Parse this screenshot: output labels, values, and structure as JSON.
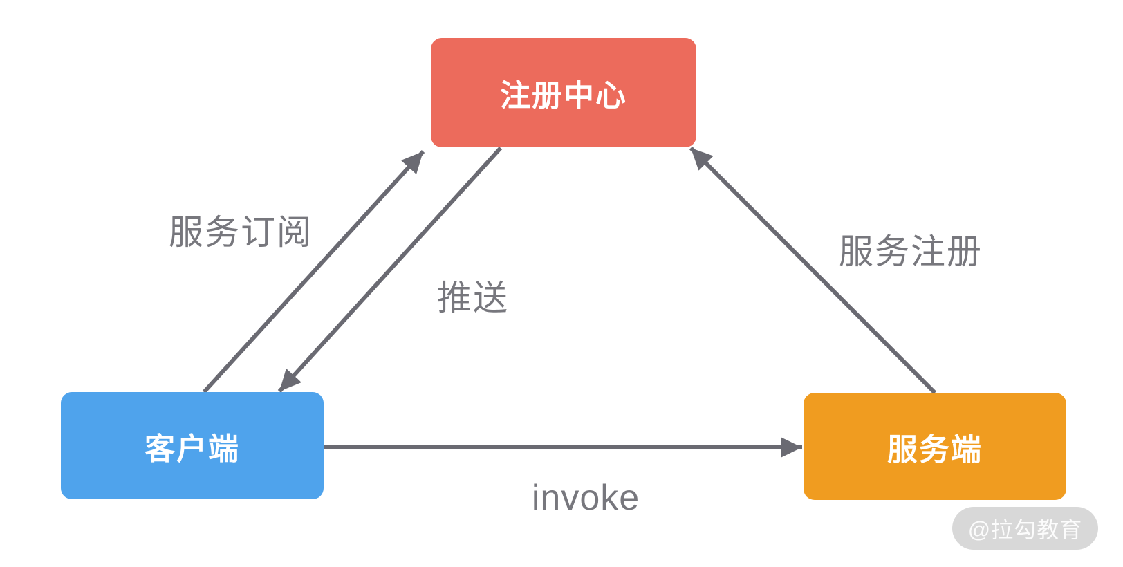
{
  "diagram": {
    "type": "architecture-diagram",
    "nodes": [
      {
        "id": "registry",
        "label": "注册中心",
        "color": "#EC6B5C"
      },
      {
        "id": "client",
        "label": "客户端",
        "color": "#4FA3EC"
      },
      {
        "id": "server",
        "label": "服务端",
        "color": "#F09C20"
      }
    ],
    "edges": [
      {
        "id": "subscribe",
        "from": "client",
        "to": "registry",
        "label": "服务订阅"
      },
      {
        "id": "push",
        "from": "registry",
        "to": "client",
        "label": "推送"
      },
      {
        "id": "register",
        "from": "server",
        "to": "registry",
        "label": "服务注册"
      },
      {
        "id": "invoke",
        "from": "client",
        "to": "server",
        "label": "invoke"
      }
    ],
    "arrow_color": "#6A6A72",
    "edge_label_color": "#77777D",
    "node_text_color": "#ffffff",
    "background_color": "#ffffff"
  },
  "watermark": {
    "text": "@拉勾教育"
  }
}
